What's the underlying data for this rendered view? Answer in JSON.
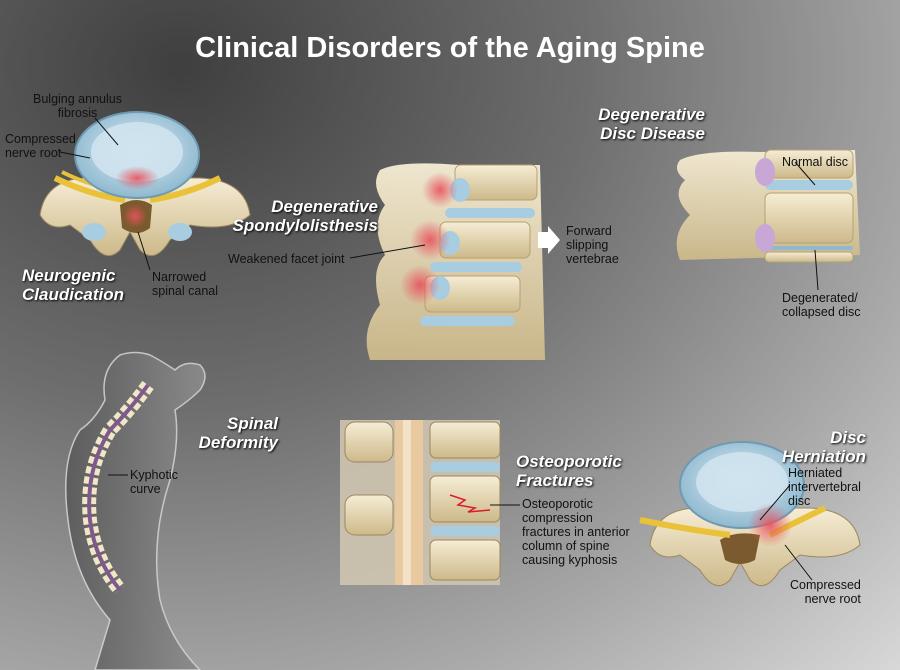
{
  "title": "Clinical Disorders of the Aging Spine",
  "sections": {
    "neurogenic": {
      "heading": [
        "Neurogenic",
        "Claudication"
      ],
      "labels": {
        "bulging": [
          "Bulging annulus",
          "fibrosis"
        ],
        "compressed": [
          "Compressed",
          "nerve root"
        ],
        "narrowed": [
          "Narrowed",
          "spinal canal"
        ]
      }
    },
    "spondylolisthesis": {
      "heading": [
        "Degenerative",
        "Spondylolisthesis"
      ],
      "labels": {
        "facet": "Weakened facet joint",
        "forward": [
          "Forward",
          "slipping",
          "vertebrae"
        ]
      }
    },
    "ddd": {
      "heading": [
        "Degenerative",
        "Disc Disease"
      ],
      "labels": {
        "normal": "Normal disc",
        "degenerated": [
          "Degenerated/",
          "collapsed disc"
        ]
      }
    },
    "deformity": {
      "heading": [
        "Spinal",
        "Deformity"
      ],
      "labels": {
        "kyphotic": [
          "Kyphotic",
          "curve"
        ]
      }
    },
    "osteoporotic": {
      "heading": [
        "Osteoporotic",
        "Fractures"
      ],
      "labels": {
        "fractures": [
          "Osteoporotic",
          "compression",
          "fractures in anterior",
          "column of spine",
          "causing kyphosis"
        ]
      }
    },
    "herniation": {
      "heading": [
        "Disc",
        "Herniation"
      ],
      "labels": {
        "herniated": [
          "Herniated",
          "intervertebral",
          "disc"
        ],
        "compressed": [
          "Compressed",
          "nerve root"
        ]
      }
    }
  },
  "colors": {
    "heading_text": "#ffffff",
    "bone": "#efe3c4",
    "disc": "#a9cde0",
    "nerve": "#e9c23a",
    "inflammation": "#e0555e",
    "spinal_cord": "#7e5a8c"
  }
}
